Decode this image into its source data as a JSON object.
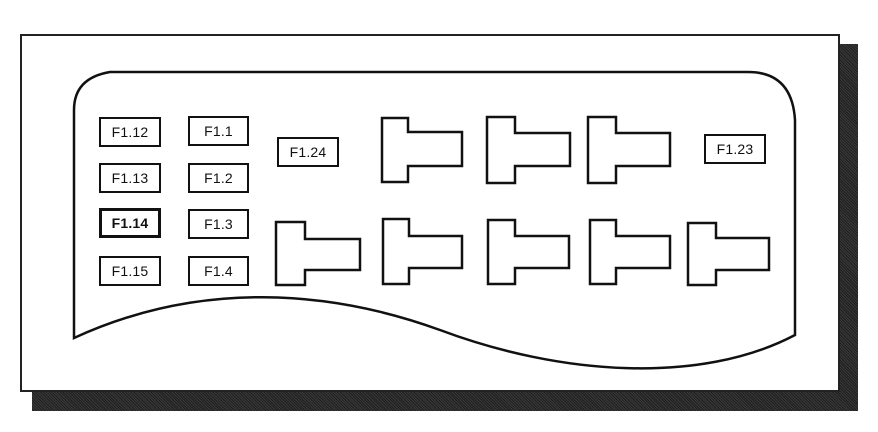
{
  "fuses": {
    "f1_12": "F1.12",
    "f1_13": "F1.13",
    "f1_14": "F1.14",
    "f1_15": "F1.15",
    "f1_1": "F1.1",
    "f1_2": "F1.2",
    "f1_3": "F1.3",
    "f1_4": "F1.4",
    "f1_24": "F1.24",
    "f1_23": "F1.23"
  },
  "colors": {
    "line": "#111111",
    "background": "#ffffff",
    "shadow": "#2a2a2a"
  }
}
